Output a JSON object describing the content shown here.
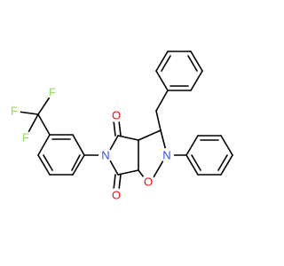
{
  "atom_labels": {
    "o1": "O",
    "o2": "O",
    "o3": "O",
    "n1": "N",
    "n2": "N",
    "f1": "F",
    "f2": "F",
    "f3": "F"
  },
  "colors": {
    "bond": "#000000",
    "O": "#ff0d0d",
    "N": "#3050f8",
    "F": "#90e050",
    "background": "#ffffff"
  }
}
